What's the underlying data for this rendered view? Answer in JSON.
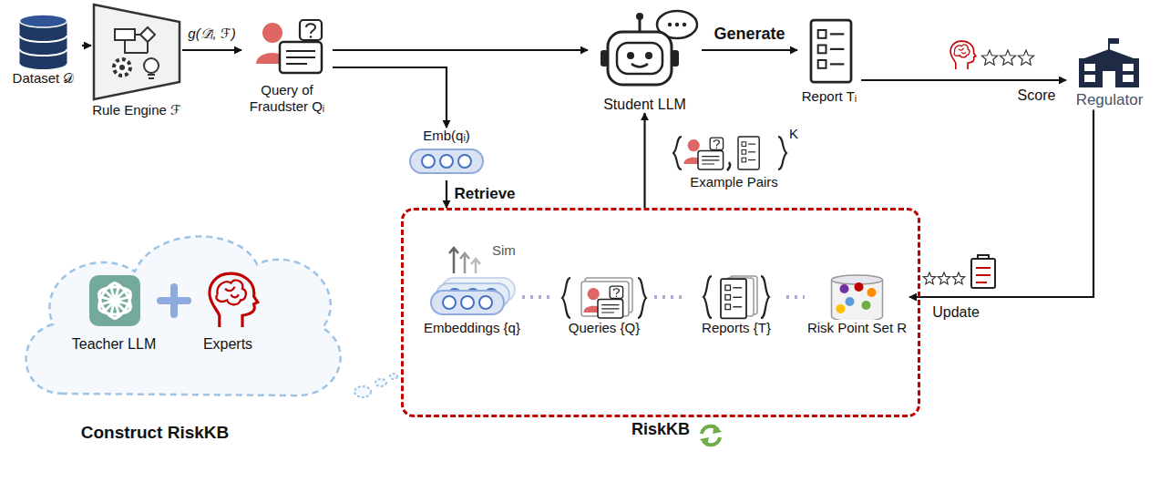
{
  "diagram": {
    "nodes": [
      {
        "text": [
          "Dataset 𝒟"
        ]
      },
      {
        "text": [
          "Rule Engine ℱ"
        ]
      },
      {
        "text": [
          "Query of Fraudster Qᵢ"
        ]
      },
      {
        "text": [
          "Student LLM"
        ]
      },
      {
        "text": [
          "Report Tᵢ"
        ]
      },
      {
        "text": [
          "Regulator"
        ]
      },
      {
        "text": [
          "Emb(qᵢ)"
        ]
      },
      {
        "text": [
          "RiskKB"
        ]
      },
      {
        "text": [
          "Embeddings {q}"
        ],
        "in": 7
      },
      {
        "text": [
          "Queries {Q}"
        ],
        "in": 7
      },
      {
        "text": [
          "Reports {T}"
        ],
        "in": 7
      },
      {
        "text": [
          "Risk Point Set R"
        ],
        "in": 7
      },
      {
        "text": [
          "Teacher LLM",
          "Experts",
          "Construct RiskKB"
        ]
      }
    ],
    "edges": [
      {
        "from": 0,
        "to": 1,
        "arrow": "to"
      },
      {
        "from": 1,
        "to": 2,
        "label": "g(𝒟̃ᵢ, ℱ)",
        "arrow": "to"
      },
      {
        "from": 2,
        "to": 3,
        "arrow": "to"
      },
      {
        "from": 2,
        "to": 6,
        "arrow": "to"
      },
      {
        "from": 3,
        "to": 4,
        "label": "Generate",
        "arrow": "to"
      },
      {
        "from": 4,
        "to": 5,
        "label": "Score",
        "arrow": "to"
      },
      {
        "from": 5,
        "to": 11,
        "label": "Update",
        "arrow": "to"
      },
      {
        "from": 6,
        "to": 7,
        "label": "Retrieve",
        "arrow": "to"
      },
      {
        "from": 7,
        "to": 3,
        "label": "Example Pairs",
        "arrow": "to"
      },
      {
        "from": 8,
        "to": 9,
        "arrow": "none"
      },
      {
        "from": 9,
        "to": 10,
        "arrow": "none"
      },
      {
        "from": 10,
        "to": 11,
        "arrow": "none"
      }
    ],
    "labels": [
      "Sim",
      "K"
    ]
  }
}
